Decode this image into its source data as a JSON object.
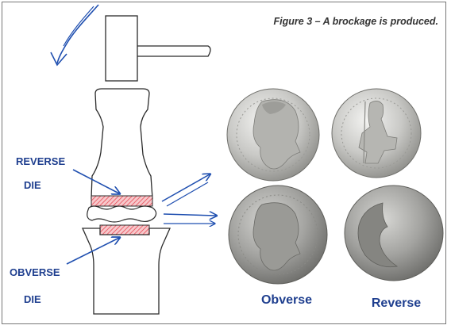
{
  "figure": {
    "title": "Figure 3 – A brockage is produced."
  },
  "labels": {
    "reverse_die_line1": "REVERSE",
    "reverse_die_line2": "DIE",
    "obverse_die_line1": "OBVERSE",
    "obverse_die_line2": "DIE",
    "coin_obverse": "Obverse",
    "coin_reverse": "Reverse"
  },
  "colors": {
    "ink": "#2b2b2b",
    "arrow_blue": "#1f4fb0",
    "label_blue": "#1f3f8f",
    "die_face_red": "#e84a55"
  }
}
